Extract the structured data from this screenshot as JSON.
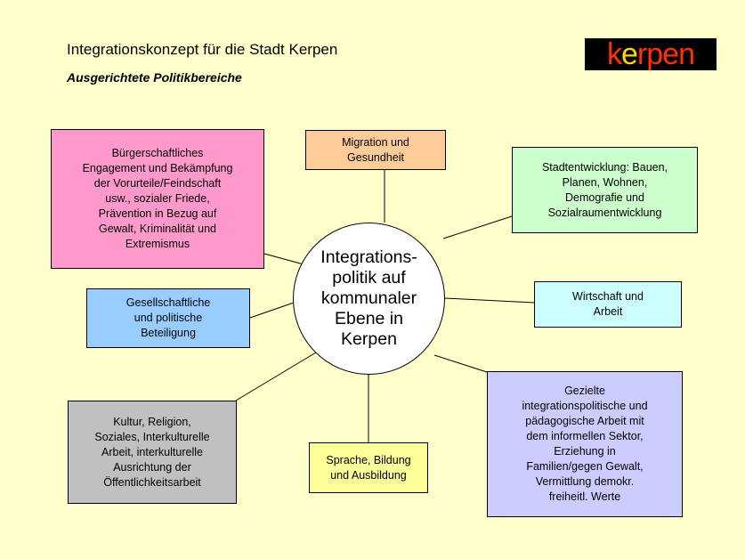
{
  "header": {
    "title": "Integrationskonzept für die Stadt Kerpen",
    "subtitle": "Ausgerichtete Politikbereiche"
  },
  "logo": {
    "letters": [
      "k",
      "e",
      "r",
      "pen"
    ],
    "colors": [
      "#ff3300",
      "#ffd700",
      "#ff3300",
      "#ff3300"
    ],
    "background": "#000000"
  },
  "center": {
    "label": "Integrations-\npolitik auf\nkommunaler\nEbene in\nKerpen"
  },
  "boxes": [
    {
      "id": "buergerschaft",
      "label": "Bürgerschaftliches\nEngagement und Bekämpfung\nder Vorurteile/Feindschaft\nusw., sozialer Friede,\nPrävention in Bezug auf\nGewalt, Kriminalität und\nExtremismus",
      "color": "#ff99cc"
    },
    {
      "id": "migration",
      "label": "Migration und\nGesundheit",
      "color": "#ffcc99"
    },
    {
      "id": "stadtentwicklung",
      "label": "Stadtentwicklung: Bauen,\nPlanen, Wohnen,\nDemografie und\nSozialraumentwicklung",
      "color": "#ccffcc"
    },
    {
      "id": "beteiligung",
      "label": "Gesellschaftliche\nund politische\nBeteiligung",
      "color": "#99ccff"
    },
    {
      "id": "wirtschaft",
      "label": "Wirtschaft und\nArbeit",
      "color": "#ccffff"
    },
    {
      "id": "kultur",
      "label": "Kultur, Religion,\nSoziales, Interkulturelle\nArbeit, interkulturelle\nAusrichtung der\nÖffentlichkeitsarbeit",
      "color": "#c0c0c0"
    },
    {
      "id": "sprache",
      "label": "Sprache, Bildung\nund Ausbildung",
      "color": "#ffff99"
    },
    {
      "id": "paedagogik",
      "label": "Gezielte\nintegrationspolitische und\npädagogische Arbeit mit\ndem informellen Sektor,\nErziehung in\nFamilien/gegen Gewalt,\nVermittlung demokr.\nfreiheitl. Werte",
      "color": "#ccccff"
    }
  ]
}
